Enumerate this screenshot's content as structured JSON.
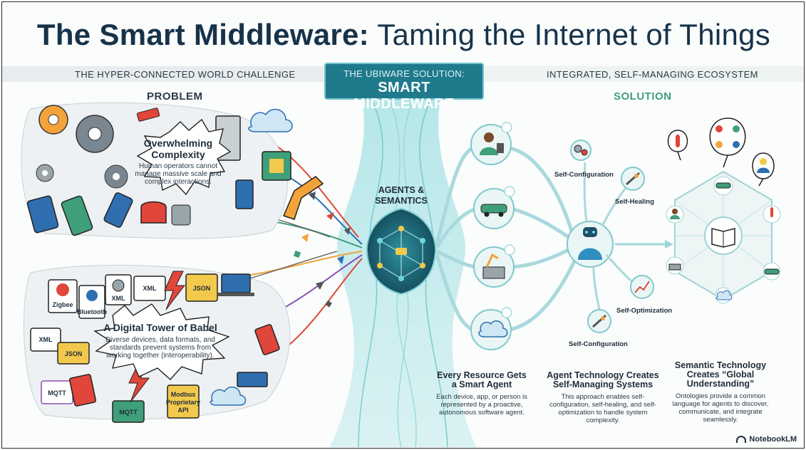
{
  "header": {
    "title_bold": "The Smart Middleware:",
    "title_light": "Taming the Internet of Things"
  },
  "bands": {
    "left": "THE HYPER-CONNECTED WORLD CHALLENGE",
    "center_sub": "THE UBIWARE SOLUTION:",
    "center_main": "SMART MIDDLEWARE",
    "right": "INTEGRATED, SELF-MANAGING ECOSYSTEM"
  },
  "problem": {
    "heading": "PROBLEM",
    "complexity": {
      "title_1": "Overwhelming",
      "title_2": "Complexity",
      "text_1": "Human operators cannot",
      "text_2": "manage massive scale and",
      "text_3": "complex interactions."
    },
    "babel": {
      "title": "A Digital Tower of Babel",
      "text_1": "Diverse devices, data formats, and",
      "text_2": "standards prevent systems from",
      "text_3": "working together (interoperability)."
    },
    "tags": {
      "zigbee": "Zigbee",
      "bluetooth": "Bluetooth",
      "xml_1": "XML",
      "xml_2": "XML",
      "xml_3": "XML",
      "json_1": "JSON",
      "json_2": "JSON",
      "mqtt_1": "MQTT",
      "mqtt_2": "MQTT",
      "modbus_1": "Modbus",
      "modbus_2": "Proprietary",
      "modbus_3": "API"
    }
  },
  "middleware": {
    "agents_line_1": "AGENTS &",
    "agents_line_2": "SEMANTICS"
  },
  "solution": {
    "heading": "SOLUTION",
    "labels": {
      "self_config_top": "Self-Configuration",
      "self_healing": "Self-Healing",
      "self_optimization": "Self-Optimization",
      "self_config_bottom": "Self-Configuration"
    },
    "columns": [
      {
        "heading": "Every Resource Gets a Smart Agent",
        "body": "Each device, app, or person is represented by a proactive, autonomous software agent."
      },
      {
        "heading": "Agent Technology Creates Self-Managing Systems",
        "body": "This approach enables self-configuration, self-healing, and self-optimization to handle system complexity."
      },
      {
        "heading": "Semantic Technology Creates “Global Understanding”",
        "body": "Ontologies provide a common language for agents to discover, communicate, and integrate seamlessly."
      }
    ]
  },
  "brand": "NotebookLM",
  "colors": {
    "teal": "#1f7a8c",
    "teal_light": "#6fc7cf",
    "navy": "#17334a",
    "green": "#3f9f7a",
    "red": "#e0463a",
    "orange": "#f2a33a",
    "yellow": "#f2c94c"
  }
}
